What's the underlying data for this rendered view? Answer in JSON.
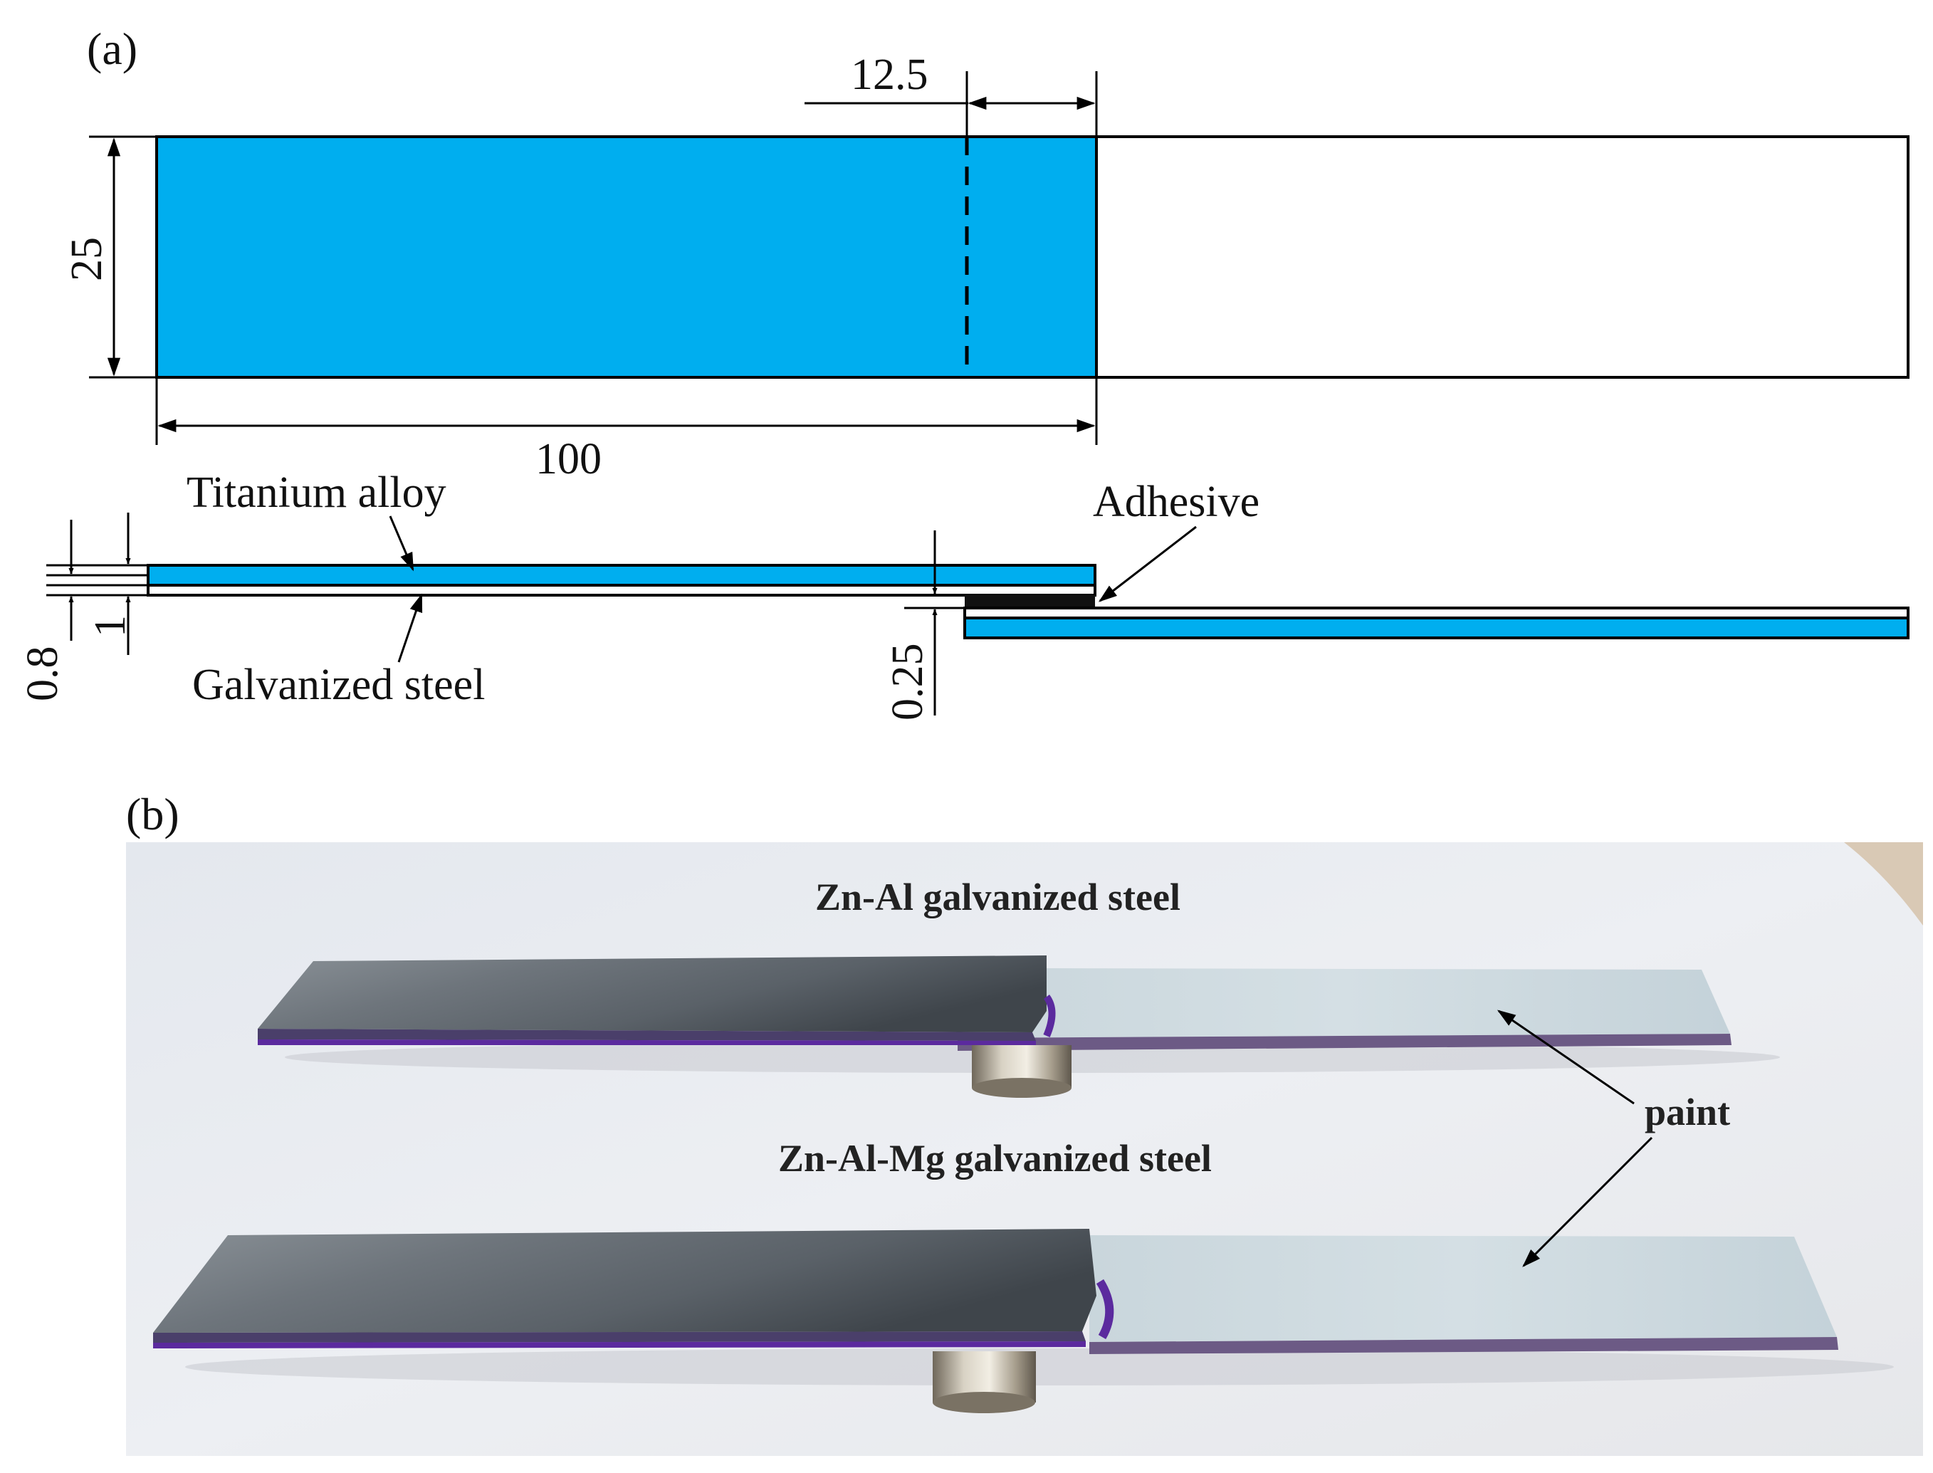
{
  "figure": {
    "panel_a": {
      "label": "(a)",
      "dimensions": {
        "overlap": "12.5",
        "width": "25",
        "length": "100",
        "ti_thickness": "0.8",
        "steel_thickness": "1",
        "adhesive_thickness": "0.25"
      },
      "callouts": {
        "titanium": "Titanium alloy",
        "steel": "Galvanized steel",
        "adhesive": "Adhesive"
      },
      "colors": {
        "titanium": "#00AEEF",
        "steel": "#FFFFFF",
        "adhesive": "#111111"
      }
    },
    "panel_b": {
      "label": "(b)",
      "labels": {
        "top_specimen": "Zn-Al galvanized steel",
        "bottom_specimen": "Zn-Al-Mg galvanized steel",
        "paint": "paint"
      },
      "colors": {
        "paint": "#5B2A9E",
        "background": "#E9ECF1"
      }
    }
  }
}
